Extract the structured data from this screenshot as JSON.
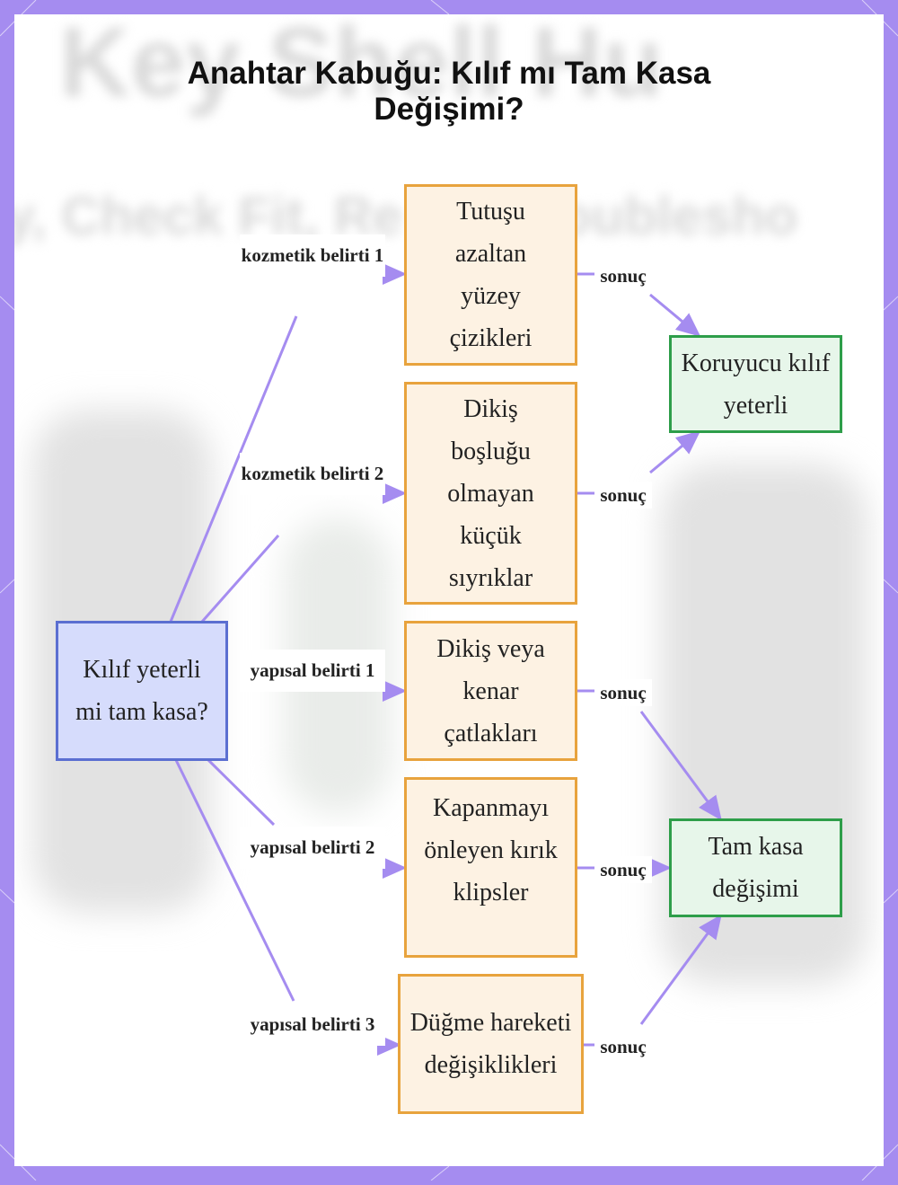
{
  "title": "Anahtar Kabuğu: Kılıf mı Tam Kasa Değişimi?",
  "background_text": {
    "line1": "Key Shell Hu",
    "line2": "y, Check Fit, Re       Troublesho"
  },
  "colors": {
    "frame": "#a58cf0",
    "edge": "#a58cf0",
    "root_fill": "#d6dcfc",
    "root_border": "#5b6fd1",
    "symptom_fill": "#fdf2e3",
    "symptom_border": "#e8a33d",
    "outcome_fill": "#e7f6ea",
    "outcome_border": "#2e9e4a"
  },
  "root": {
    "label": "Kılıf yeterli mi tam kasa?"
  },
  "symptoms": [
    {
      "edge_label": "kozmetik belirti 1",
      "label": "Tutuşu azaltan yüzey çizikleri",
      "result_label": "sonuç"
    },
    {
      "edge_label": "kozmetik belirti 2",
      "label": "Dikiş boşluğu olmayan küçük sıyrıklar",
      "result_label": "sonuç"
    },
    {
      "edge_label": "yapısal belirti 1",
      "label": "Dikiş veya kenar çatlakları",
      "result_label": "sonuç"
    },
    {
      "edge_label": "yapısal belirti 2",
      "label": "Kapanmayı önleyen kırık klipsler",
      "result_label": "sonuç"
    },
    {
      "edge_label": "yapısal belirti 3",
      "label": "Düğme hareketi değişiklikleri",
      "result_label": "sonuç"
    }
  ],
  "outcomes": [
    {
      "label": "Koruyucu kılıf yeterli"
    },
    {
      "label": "Tam kasa değişimi"
    }
  ]
}
